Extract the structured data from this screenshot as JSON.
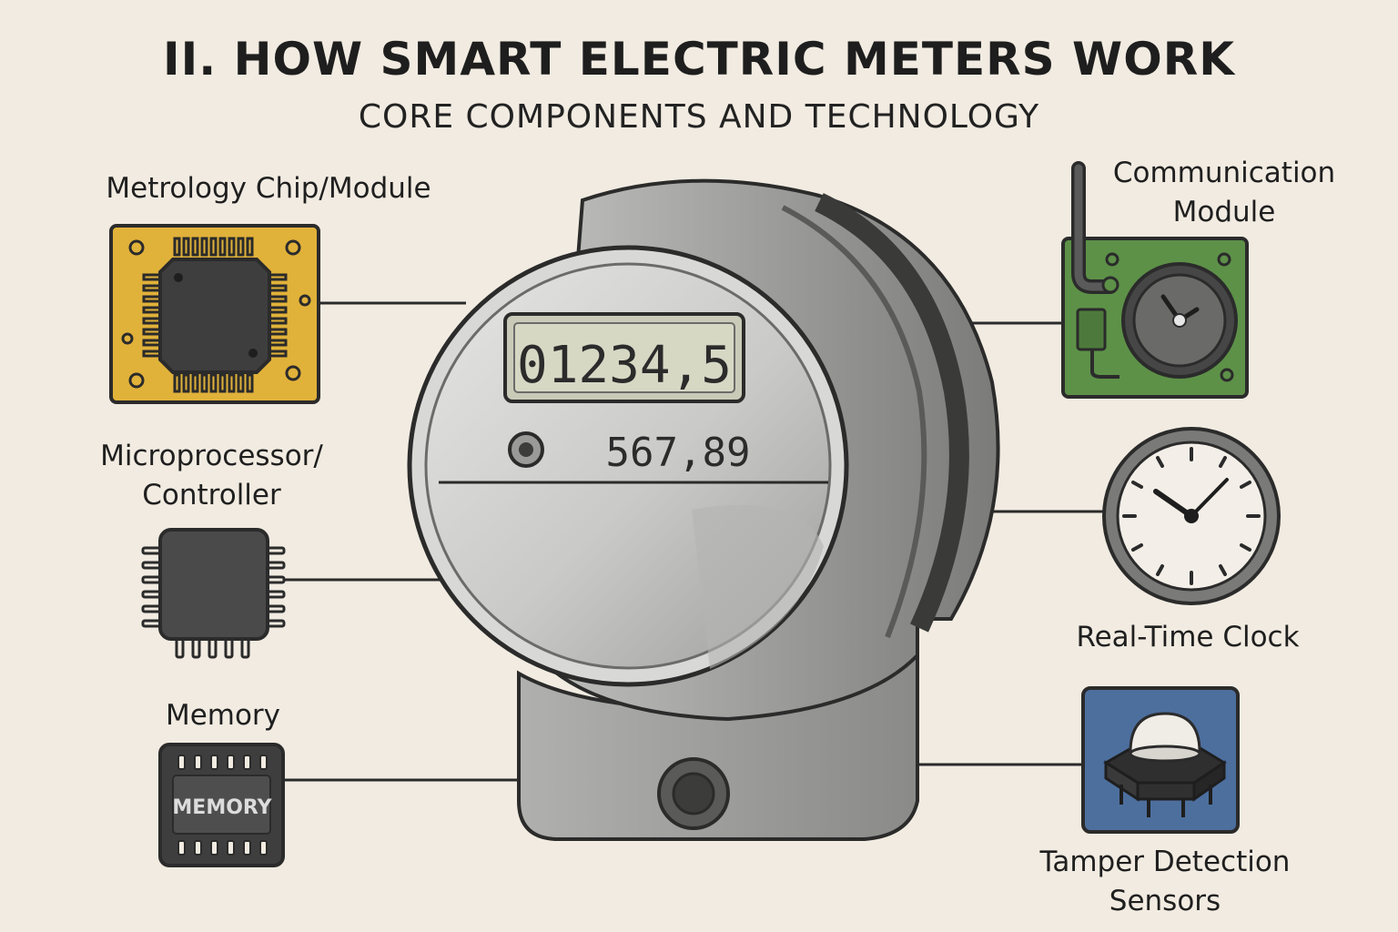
{
  "title": "II. HOW SMART ELECTRIC METERS WORK",
  "subtitle": "CORE COMPONENTS AND TECHNOLOGY",
  "meter": {
    "main_reading": "01234,5",
    "secondary_reading": "567,89"
  },
  "components": {
    "metrology": {
      "label": "Metrology Chip/Module"
    },
    "microprocessor": {
      "label_line1": "Microprocessor/",
      "label_line2": "Controller"
    },
    "memory": {
      "label": "Memory",
      "chip_text": "MEMORY"
    },
    "communication": {
      "label_line1": "Communication",
      "label_line2": "Module"
    },
    "clock": {
      "label": "Real-Time Clock"
    },
    "tamper": {
      "label_line1": "Tamper Detection",
      "label_line2": "Sensors"
    }
  },
  "colors": {
    "background": "#f1ebe1",
    "metrology_board": "#e1b23a",
    "communication_board": "#5d9148",
    "tamper_board": "#4d6f9e",
    "chip": "#4a4a4a"
  }
}
